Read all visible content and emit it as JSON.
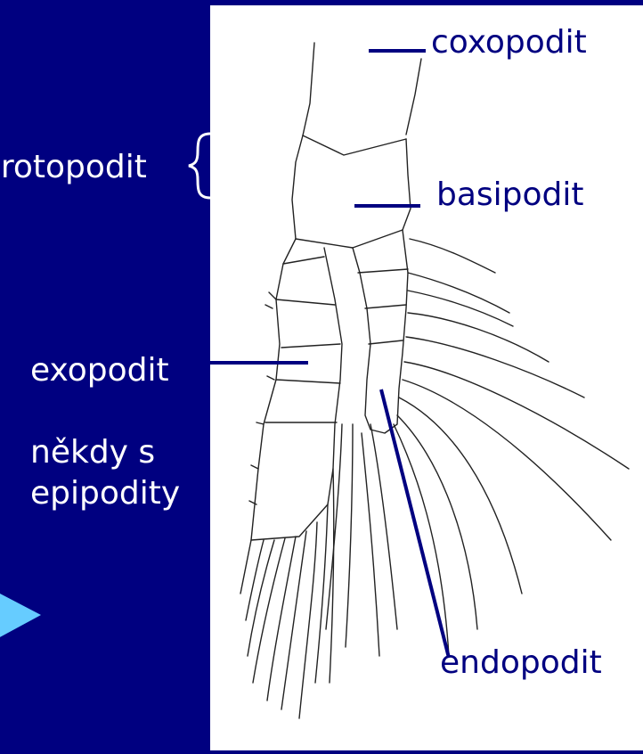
{
  "labels": {
    "protopodit": "protopodit",
    "coxopodit": "coxopodit",
    "basipodit": "basipodit",
    "exopodit": "exopodit",
    "epipodity_line1": "někdy s",
    "epipodity_line2": "epipodity",
    "endopodit": "endopodit"
  },
  "colors": {
    "background": "#000080",
    "panel": "#ffffff",
    "label_dark": "#ffffff",
    "label_light": "#000080",
    "leader": "#000080",
    "arrow": "#66ccff"
  },
  "icons": {
    "brace": "left-curly-brace",
    "arrow": "right-triangle-arrow"
  }
}
